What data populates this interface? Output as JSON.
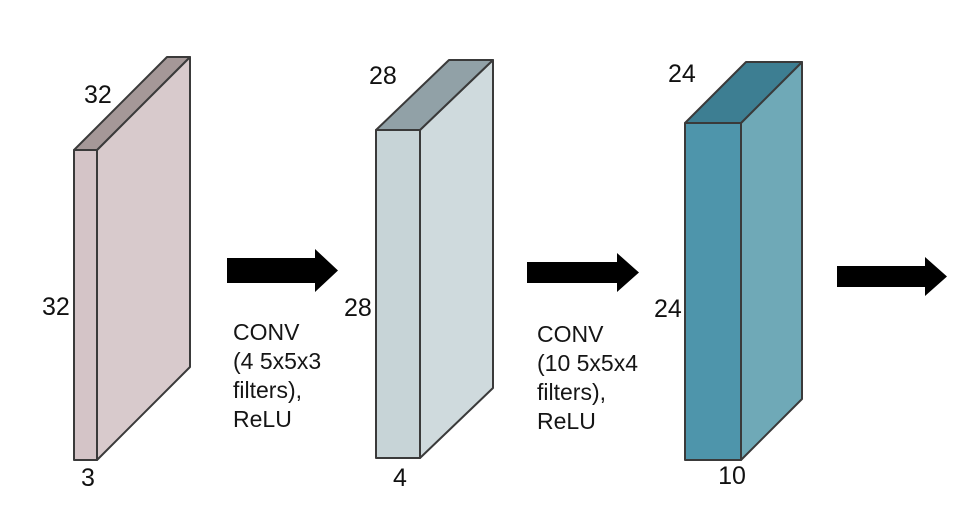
{
  "background_color": "#ffffff",
  "layers": [
    {
      "id": "input-volume",
      "top_label": "32",
      "side_label": "32",
      "depth_label": "3",
      "colors": {
        "front": "#d4c4c7",
        "side": "#d8cacc",
        "top": "#a59898",
        "outline": "#3a3a3a"
      }
    },
    {
      "id": "conv1-output-volume",
      "top_label": "28",
      "side_label": "28",
      "depth_label": "4",
      "colors": {
        "front": "#c7d4d7",
        "side": "#cfdadd",
        "top": "#91a1a7",
        "outline": "#3a3a3a"
      }
    },
    {
      "id": "conv2-output-volume",
      "top_label": "24",
      "side_label": "24",
      "depth_label": "10",
      "colors": {
        "front": "#4e95ab",
        "side": "#6fa9b7",
        "top": "#3d7e92",
        "outline": "#3a3a3a"
      }
    }
  ],
  "operations": [
    {
      "lines": [
        "CONV",
        "(4 5x5x3",
        "filters),",
        "ReLU"
      ]
    },
    {
      "lines": [
        "CONV",
        "(10 5x5x4",
        "filters),",
        "ReLU"
      ]
    }
  ],
  "arrows": {
    "count": 3,
    "color": "#000000"
  }
}
